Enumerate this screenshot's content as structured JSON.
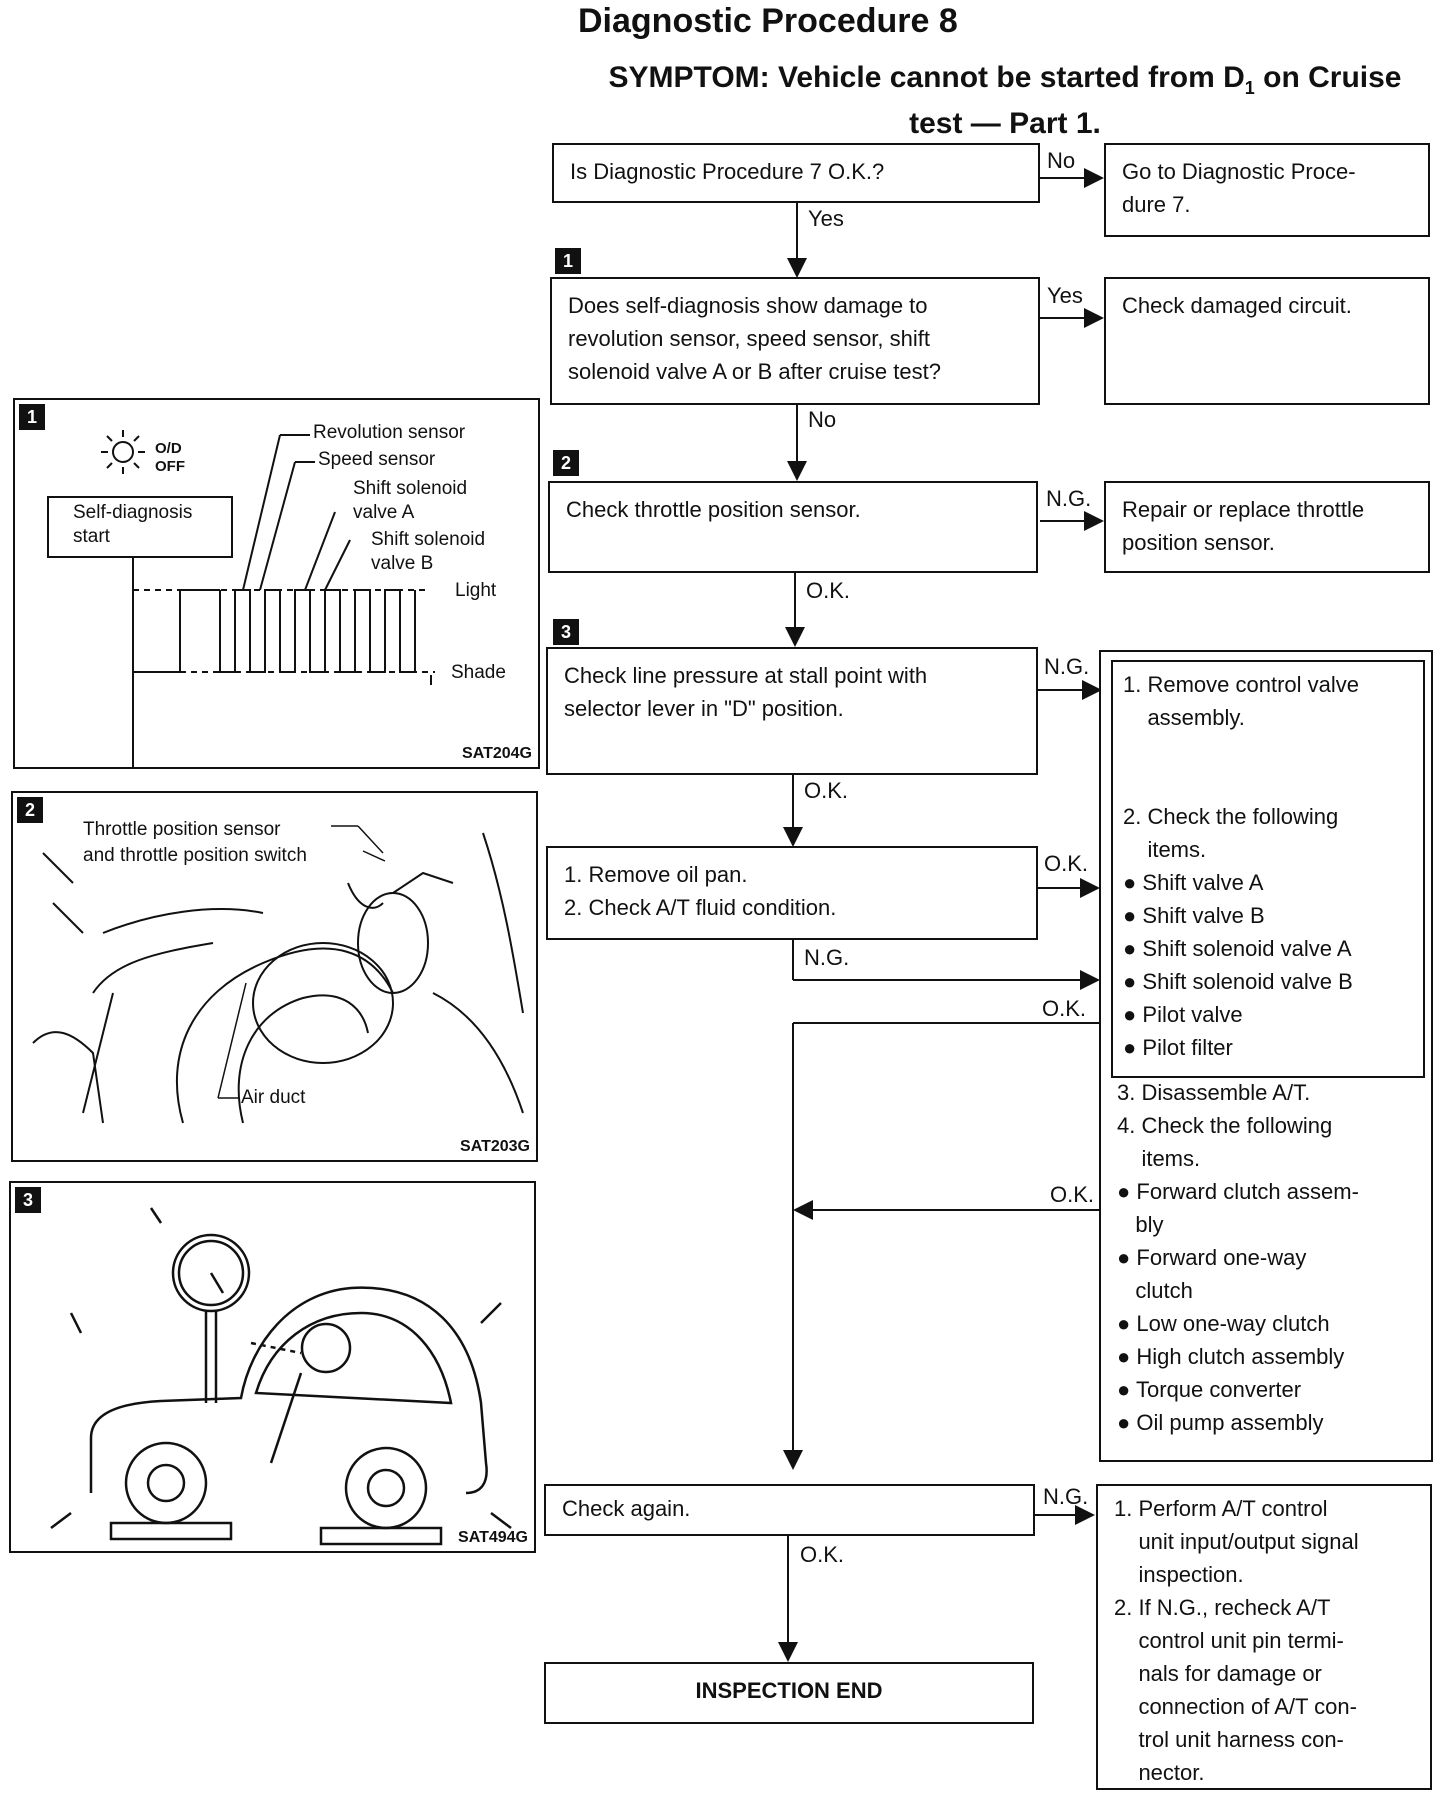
{
  "title": "Diagnostic Procedure 8",
  "symptom_line1": "SYMPTOM: Vehicle cannot be started from D",
  "symptom_sub": "1",
  "symptom_line1_end": " on Cruise",
  "symptom_line2": "test — Part 1.",
  "steps": {
    "q1": "Is Diagnostic Procedure 7 O.K.?",
    "q1_no_action": [
      "Go to Diagnostic Proce-",
      "dure 7."
    ],
    "s1": [
      "Does self-diagnosis show damage to",
      "revolution sensor, speed sensor, shift",
      "solenoid valve A or B after cruise test?"
    ],
    "s1_yes_action": "Check damaged circuit.",
    "s2": "Check throttle position sensor.",
    "s2_ng_action": [
      "Repair or replace throttle",
      "position sensor."
    ],
    "s3": [
      "Check line pressure at stall point with",
      "selector lever in \"D\" position."
    ],
    "s4": [
      "1. Remove oil pan.",
      "2. Check A/T fluid condition."
    ],
    "cv_box": [
      "1. Remove control valve",
      "    assembly.",
      "",
      "2. Check the following",
      "    items.",
      "● Shift valve A",
      "● Shift valve B",
      "● Shift solenoid valve A",
      "● Shift solenoid valve B",
      "● Pilot valve",
      "● Pilot filter"
    ],
    "disassemble": [
      "3. Disassemble A/T.",
      "4. Check the following",
      "    items.",
      "● Forward clutch assem-",
      "   bly",
      "● Forward one-way",
      "   clutch",
      "● Low one-way clutch",
      "● High clutch assembly",
      "● Torque converter",
      "● Oil pump assembly"
    ],
    "check_again": "Check again.",
    "final_ng": [
      "1. Perform A/T control",
      "    unit input/output signal",
      "    inspection.",
      "2. If N.G., recheck A/T",
      "    control unit pin termi-",
      "    nals for damage or",
      "    connection of A/T con-",
      "    trol unit harness con-",
      "    nector."
    ],
    "end": "INSPECTION END"
  },
  "branch_labels": {
    "no": "No",
    "yes": "Yes",
    "yes2": "Yes",
    "no2": "No",
    "ng": "N.G.",
    "ok": "O.K.",
    "ng2": "N.G.",
    "ok2": "O.K.",
    "ok3": "O.K.",
    "ng3": "N.G.",
    "ok4": "O.K.",
    "ok5": "O.K.",
    "ng4": "N.G.",
    "ok6": "O.K."
  },
  "step_markers": [
    "1",
    "2",
    "3"
  ],
  "panels": {
    "p1": {
      "marker": "1",
      "od": "O/D",
      "off": "OFF",
      "self_diag": [
        "Self-diagnosis",
        "start"
      ],
      "revolution": "Revolution sensor",
      "speed": "Speed sensor",
      "shift_a": [
        "Shift solenoid",
        "valve A"
      ],
      "shift_b": [
        "Shift solenoid",
        "valve B"
      ],
      "light": "Light",
      "shade": "Shade",
      "code": "SAT204G"
    },
    "p2": {
      "marker": "2",
      "tps": [
        "Throttle position sensor",
        "and throttle position switch"
      ],
      "air_duct": "Air duct",
      "code": "SAT203G"
    },
    "p3": {
      "marker": "3",
      "code": "SAT494G"
    }
  }
}
